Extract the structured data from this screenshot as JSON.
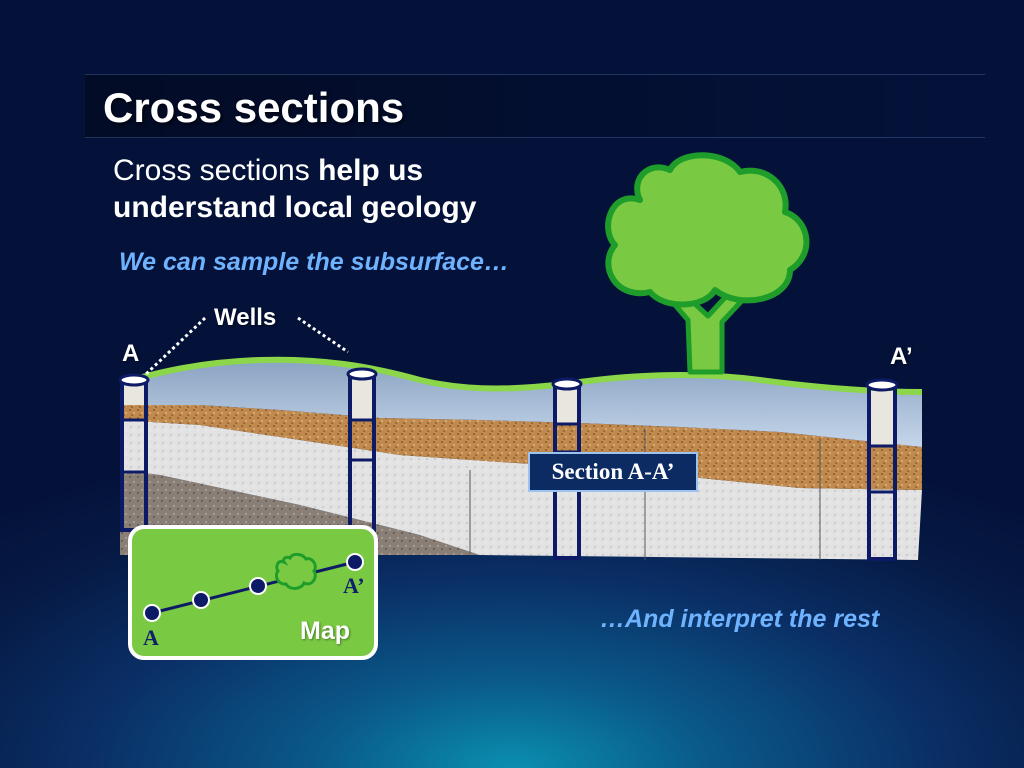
{
  "slide": {
    "title": "Cross sections",
    "intro_plain": "Cross sections ",
    "intro_bold": "help us understand local geology",
    "sample_text": "We can sample the subsurface…",
    "interpret_text": "…And interpret the rest"
  },
  "diagram": {
    "wells_label": "Wells",
    "point_a": "A",
    "point_a_prime": "A’",
    "section_label": "Section A-A’"
  },
  "map": {
    "title": "Map",
    "point_a": "A",
    "point_a_prime": "A’"
  },
  "colors": {
    "sky_water": "#a9c4e0",
    "grass": "#8cd64a",
    "sand": "#c08a4e",
    "limestone": "#e2e2e2",
    "bedrock": "#8a7f77",
    "well_outline": "#0d1a66",
    "tree_green": "#7ac943",
    "tree_outline": "#1f9d2a"
  }
}
